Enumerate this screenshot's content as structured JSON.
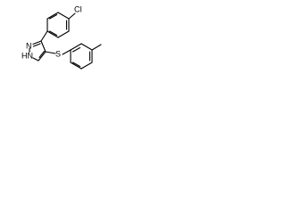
{
  "molecule": {
    "atoms": {
      "chlorine": "Cl",
      "nitrogen_ring": "N",
      "nitrogen_nh": "HN",
      "sulfur": "S"
    }
  }
}
